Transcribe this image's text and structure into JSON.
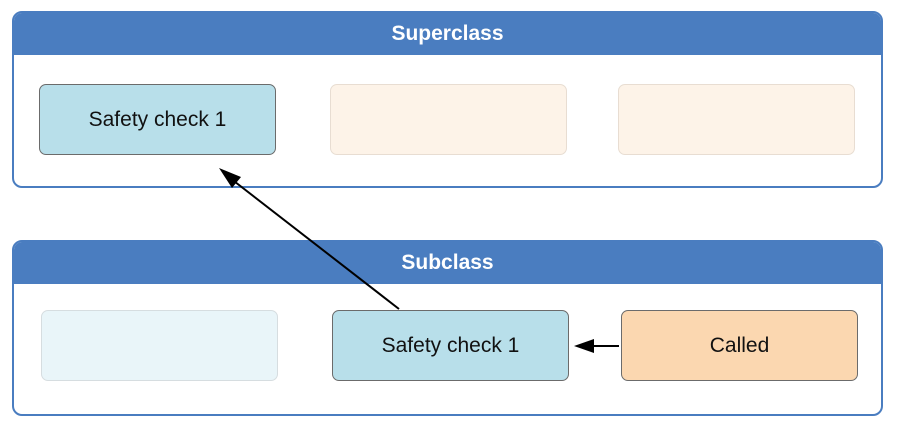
{
  "superclass": {
    "title": "Superclass",
    "boxes": [
      {
        "label": "Safety check 1",
        "state": "active"
      },
      {
        "label": "",
        "state": "faded"
      },
      {
        "label": "",
        "state": "faded"
      }
    ]
  },
  "subclass": {
    "title": "Subclass",
    "boxes": [
      {
        "label": "",
        "state": "faded"
      },
      {
        "label": "Safety check 1",
        "state": "active"
      },
      {
        "label": "Called",
        "state": "active"
      }
    ]
  },
  "arrows": [
    {
      "from": "subclass.called",
      "to": "subclass.safety_check_1"
    },
    {
      "from": "subclass.safety_check_1",
      "to": "superclass.safety_check_1"
    }
  ],
  "colors": {
    "frame": "#4a7dc0",
    "active_blue": "#b8dfea",
    "faded_blue": "#e9f5f9",
    "faded_peach": "#fdf3e8",
    "active_orange": "#fbd7b0"
  }
}
